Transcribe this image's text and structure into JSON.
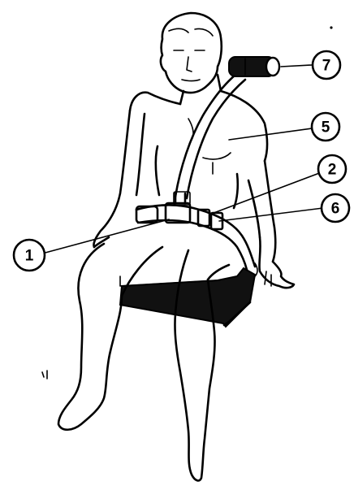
{
  "figure": {
    "callouts": [
      {
        "id": "callout-1",
        "label": "1"
      },
      {
        "id": "callout-2",
        "label": "2"
      },
      {
        "id": "callout-5",
        "label": "5"
      },
      {
        "id": "callout-6",
        "label": "6"
      },
      {
        "id": "callout-7",
        "label": "7"
      }
    ]
  },
  "colors": {
    "ink": "#000000",
    "paper": "#ffffff",
    "seat": "#111111"
  }
}
